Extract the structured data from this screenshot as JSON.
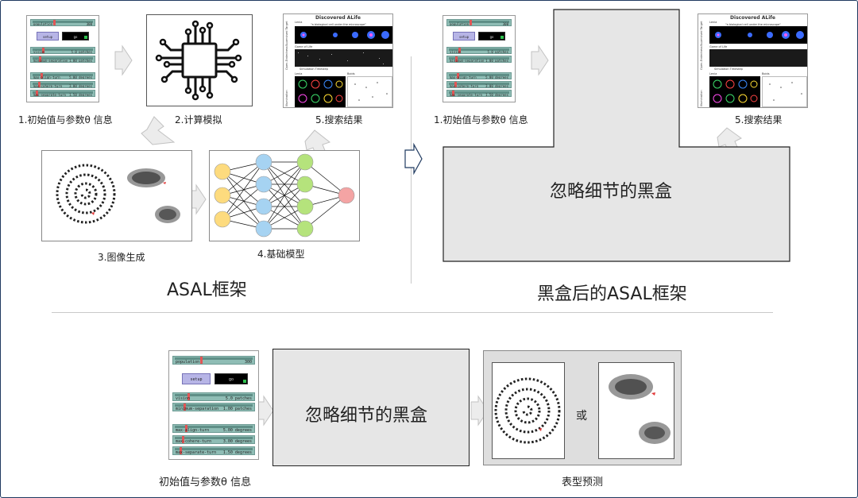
{
  "top_left": {
    "steps": [
      "1.初始值与参数θ 信息",
      "2.计算模拟",
      "3.图像生成",
      "4.基础模型",
      "5.搜索结果"
    ],
    "title": "ASAL框架"
  },
  "top_right": {
    "steps": [
      "1.初始值与参数θ 信息",
      "5.搜索结果"
    ],
    "black_box": "忽略细节的黑盒",
    "title": "黑盒后的ASAL框架"
  },
  "bottom": {
    "input_label": "初始值与参数θ 信息",
    "black_box": "忽略细节的黑盒",
    "or": "或",
    "output_label": "表型预测"
  },
  "panel": {
    "population": {
      "label": "population",
      "value": "300"
    },
    "setup": "setup",
    "go": "go",
    "sliders": [
      {
        "label": "vision",
        "value": "5.0 patches"
      },
      {
        "label": "minimum-separation",
        "value": "1.00 patches"
      },
      {
        "label": "max-align-turn",
        "value": "5.00 degrees"
      },
      {
        "label": "max-cohere-turn",
        "value": "3.00 degrees"
      },
      {
        "label": "max-separate-turn",
        "value": "1.50 degrees"
      }
    ]
  },
  "result": {
    "title": "Discovered ALife",
    "lenia": "Lenia",
    "prompt": "\"a biological cell under the microscope\"",
    "game_of_life": "Game of Life",
    "simulation_timestep": "Simulation Timestep",
    "boids": "Boids",
    "side_labels": [
      "Supervised Target",
      "Open-Endedness",
      "Illumination"
    ]
  },
  "colors": {
    "slider_teal": "#8fbdb5",
    "setup_purple": "#b7b5e6",
    "nn_input": "#fddb7e",
    "nn_hidden1": "#a6d3f2",
    "nn_hidden2": "#b5e37c",
    "nn_output": "#f4a4a4",
    "black_box_fill": "#e6e6e6",
    "frame_border": "#1f3a60"
  },
  "icons": [
    "chip-icon",
    "boids-spiral-icon",
    "boids-flock-icon",
    "neural-network-icon",
    "arrow-right-icon"
  ]
}
